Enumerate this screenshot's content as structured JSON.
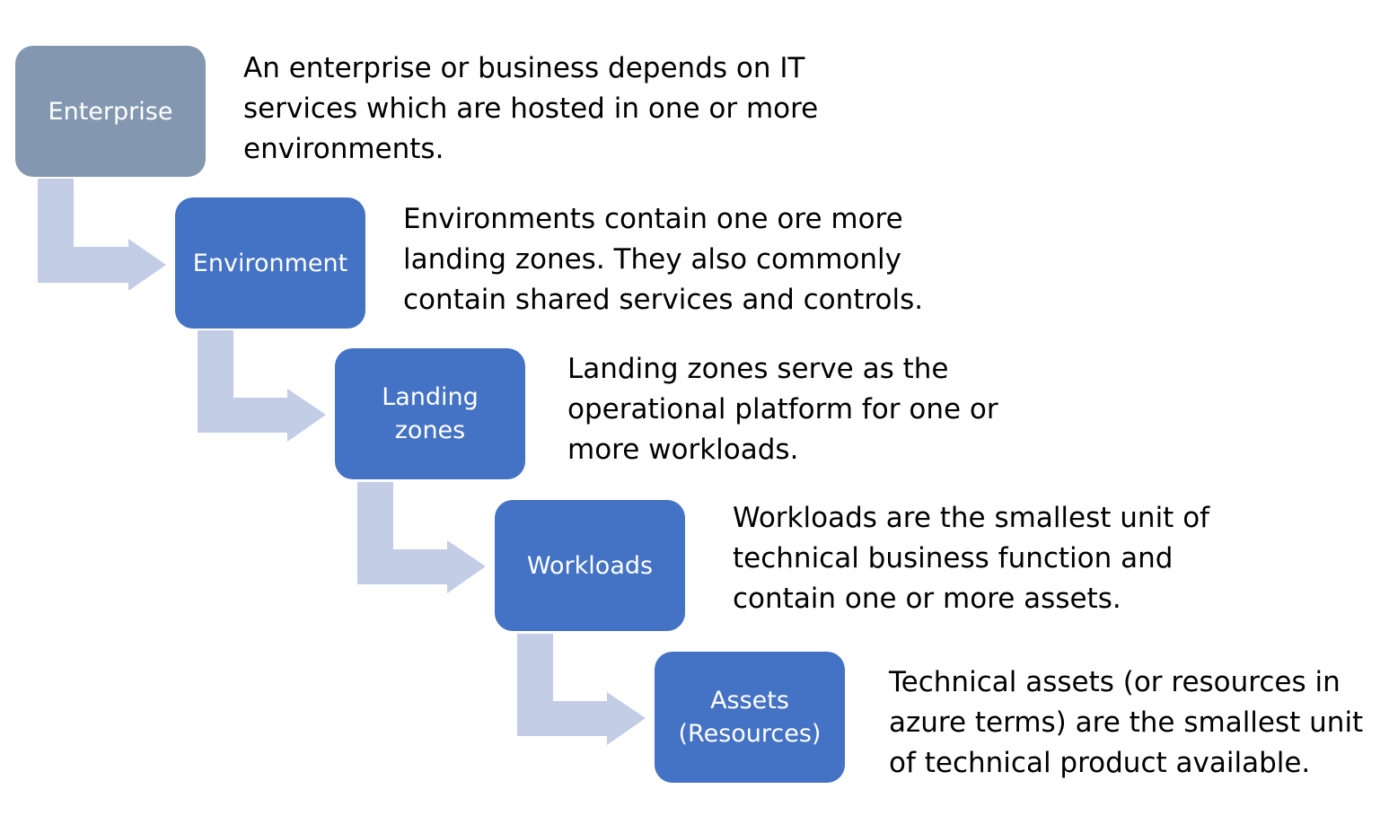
{
  "colors": {
    "root_box": "#8497b0",
    "child_box": "#4472c4",
    "connector": "#c3cde5",
    "text": "#000000",
    "box_text": "#ffffff"
  },
  "levels": [
    {
      "label": "Enterprise",
      "description": "An enterprise or business depends on IT\nservices which are hosted in one or more\nenvironments."
    },
    {
      "label": "Environment",
      "description": "Environments contain one ore more\nlanding zones. They also commonly\ncontain shared services and controls."
    },
    {
      "label": "Landing\nzones",
      "description": "Landing zones serve as the\noperational platform for one or\nmore workloads."
    },
    {
      "label": "Workloads",
      "description": "Workloads are the smallest unit of\ntechnical business function and\ncontain one or more assets."
    },
    {
      "label": "Assets\n(Resources)",
      "description": "Technical assets (or resources in\nazure terms) are the smallest unit\nof technical product available."
    }
  ]
}
